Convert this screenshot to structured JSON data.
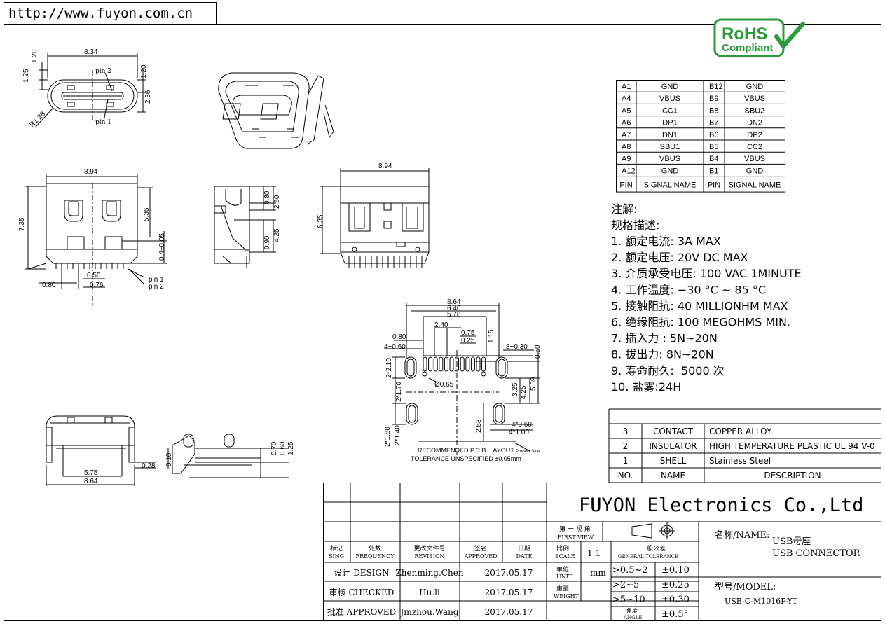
{
  "header": {
    "url": "http://www.fuyon.com.cn"
  },
  "badge": {
    "line1": "RoHS",
    "line2": "Compliant"
  },
  "pin_table": {
    "rows": [
      [
        "A1",
        "GND",
        "B12",
        "GND"
      ],
      [
        "A4",
        "VBUS",
        "B9",
        "VBUS"
      ],
      [
        "A5",
        "CC1",
        "B8",
        "SBU2"
      ],
      [
        "A6",
        "DP1",
        "B7",
        "DN2"
      ],
      [
        "A7",
        "DN1",
        "B6",
        "DP2"
      ],
      [
        "A8",
        "SBU1",
        "B5",
        "CC2"
      ],
      [
        "A9",
        "VBUS",
        "B4",
        "VBUS"
      ],
      [
        "A12",
        "GND",
        "B1",
        "GND"
      ]
    ],
    "header": [
      "PIN",
      "SIGNAL NAME",
      "PIN",
      "SIGNAL NAME"
    ]
  },
  "notes": {
    "title": "注解:",
    "subtitle": "规格描述:",
    "items": [
      "1. 额定电流: 3A MAX",
      "2. 额定电压: 20V DC MAX",
      "3. 介质承受电压: 100 VAC 1MINUTE",
      "4. 工作温度: −30 °C ~ 85 °C",
      "5. 接触阻抗: 40 MILLIONHM MAX",
      "6. 绝缘阻抗: 100 MEGOHMS MIN.",
      "7. 插入力 : 5N~20N",
      "8. 拔出力: 8N~20N",
      "9. 寿命耐久:  5000 次",
      "10. 盐雾:24H"
    ]
  },
  "bom": {
    "rows": [
      [
        "3",
        "CONTACT",
        "COPPER ALLOY"
      ],
      [
        "2",
        "INSULATOR",
        "HIGH TEMPERATURE PLASTIC UL 94 V-0"
      ],
      [
        "1",
        "SHELL",
        "Stainless Steel"
      ]
    ],
    "header": [
      "NO.",
      "NAME",
      "DESCRIPTION"
    ]
  },
  "title_block": {
    "company": "FUYON Electronics Co.,Ltd",
    "projection_cn": "第 一 视 角",
    "projection_en": "FIRST VIEW",
    "col_heads": [
      [
        "标记",
        "SING"
      ],
      [
        "处数",
        "FREQUENCY"
      ],
      [
        "更改文件号",
        "REVISION"
      ],
      [
        "签名",
        "APPROVED"
      ],
      [
        "日期",
        "DATE"
      ]
    ],
    "scale_label": [
      "比例",
      "SCALE"
    ],
    "scale": "1:1",
    "unit_label": [
      "单位",
      "UNIT"
    ],
    "unit": "mm",
    "weight_label": [
      "重量",
      "WEIGHT"
    ],
    "angle_label": [
      "角度",
      "ANGLE"
    ],
    "tolerance_head": [
      "一般公差",
      "GENERAL TOLERANCE"
    ],
    "tolerances": [
      [
        ">0.5~2",
        "±0.10"
      ],
      [
        ">2~5",
        "±0.25"
      ],
      [
        ">5~10",
        "±0.30"
      ]
    ],
    "angle_tol": "±0.5°",
    "signoff": [
      [
        "设计 DESIGN",
        "Zhenming.Chen",
        "2017.05.17"
      ],
      [
        "审核 CHECKED",
        "Hu.li",
        "2017.05.17"
      ],
      [
        "批准 APPROVED",
        "Jinzhou.Wang",
        "2017.05.17"
      ]
    ],
    "name_label": "名称/NAME:",
    "name_cn": "USB母座",
    "name_en": "USB CONNECTOR",
    "model_label": "型号/MODEL:",
    "model": "USB-C-M1016P-YT"
  },
  "dims": {
    "top_view": [
      "8.34",
      "1.20",
      "1.25",
      "1.20",
      "2.36",
      "R1.28",
      "pin 2",
      "pin 1"
    ],
    "front_view": [
      "8.94",
      "7.35",
      "5.36",
      "0.4±0.05",
      "0.80",
      "0.50",
      "0.76",
      "pin 1",
      "pin 2"
    ],
    "side_view": [
      "0.80",
      "2.60",
      "0.90",
      "4.25"
    ],
    "back_view": [
      "8.94",
      "6.35"
    ],
    "pcb": [
      "8.64",
      "6.40",
      "5.78",
      "2.40",
      "0.75",
      "0.25",
      "0.80",
      "4−0.60",
      "8−0.30",
      "1.15",
      "0.50",
      "2*2.10",
      "2*1.70",
      "Ø0.65",
      "3.25",
      "4.25",
      "5.39",
      "2*1.80",
      "2*1.40",
      "2.53",
      "4*0.60",
      "4*1.00"
    ],
    "pcb_caption": [
      "RECOMMENDED   P.C.B. LAYOUT",
      "TOLERANCE UNSPECIFIED ±0.05mm"
    ],
    "pcb_edge": "Product Side",
    "bottom_view": [
      "5.75",
      "8.64",
      "0.28"
    ],
    "bottom_side": [
      "0.10",
      "0.70",
      "0.60",
      "1.25"
    ]
  }
}
